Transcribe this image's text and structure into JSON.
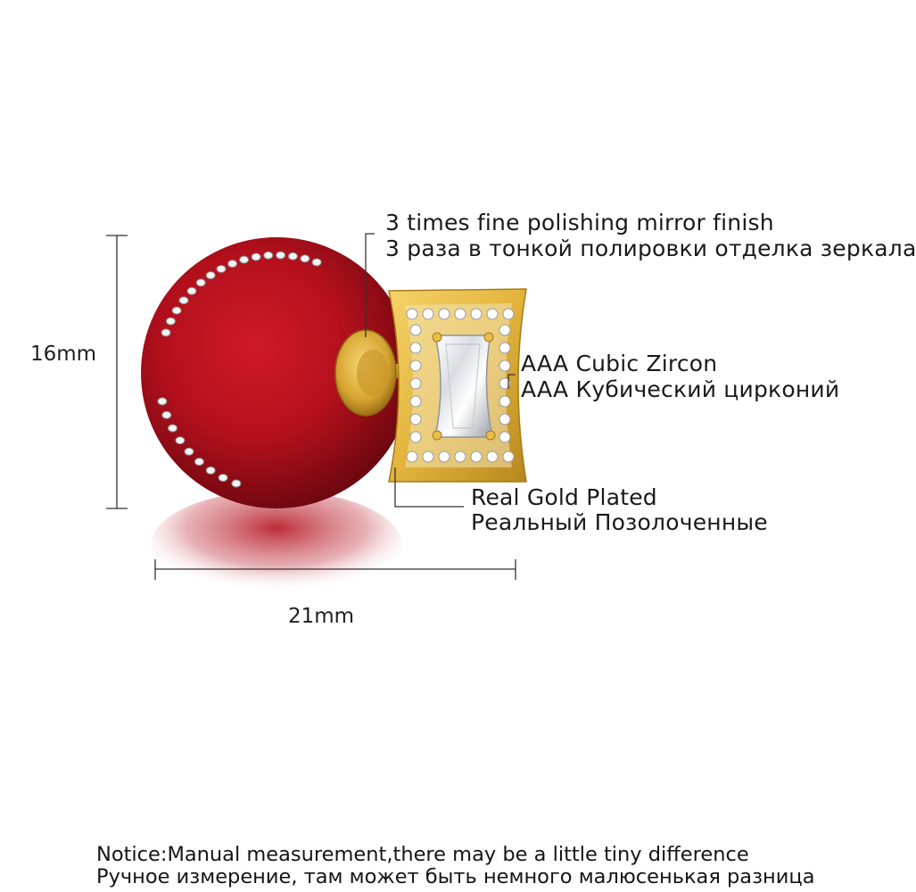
{
  "dimensions": {
    "height": "16mm",
    "width": "21mm"
  },
  "callouts": {
    "polish": {
      "en": "3 times fine polishing mirror finish",
      "ru": "3 раза в тонкой полировки отделка зеркала"
    },
    "zircon": {
      "en": "AAA Cubic Zircon",
      "ru": "AAA Кубический цирконий"
    },
    "gold": {
      "en": "Real Gold Plated",
      "ru": "Реальный Позолоченные"
    }
  },
  "notice": {
    "en": "Notice:Manual measurement,there may be a little tiny difference",
    "ru": "Ручное измерение, там может быть немного малюсенькая разница"
  },
  "colors": {
    "pearl_red": "#b3101c",
    "gold": "#e2b43c",
    "line": "#333333"
  }
}
